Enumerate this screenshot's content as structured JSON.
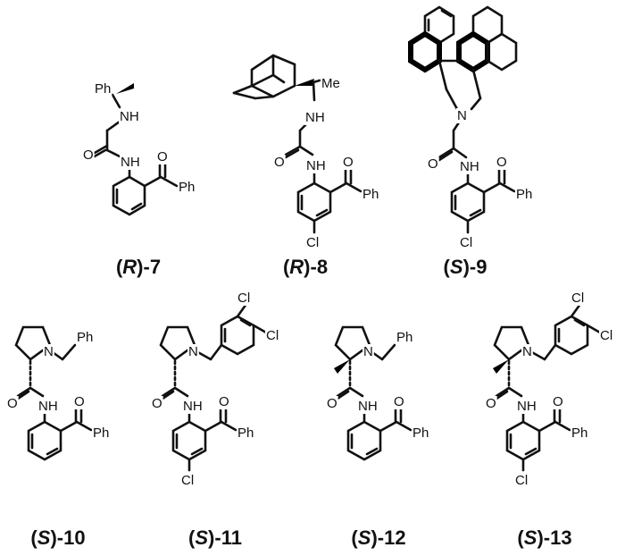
{
  "compounds": [
    {
      "id": "r7",
      "prefix": "(",
      "config": "R",
      "suffix": ")-7"
    },
    {
      "id": "r8",
      "prefix": "(",
      "config": "R",
      "suffix": ")-8"
    },
    {
      "id": "s9",
      "prefix": "(",
      "config": "S",
      "suffix": ")-9"
    },
    {
      "id": "s10",
      "prefix": "(",
      "config": "S",
      "suffix": ")-10"
    },
    {
      "id": "s11",
      "prefix": "(",
      "config": "S",
      "suffix": ")-11"
    },
    {
      "id": "s12",
      "prefix": "(",
      "config": "S",
      "suffix": ")-12"
    },
    {
      "id": "s13",
      "prefix": "(",
      "config": "S",
      "suffix": ")-13"
    }
  ],
  "atoms": {
    "ph": "Ph",
    "nh": "NH",
    "n": "N",
    "o": "O",
    "cl": "Cl",
    "me": "Me"
  }
}
